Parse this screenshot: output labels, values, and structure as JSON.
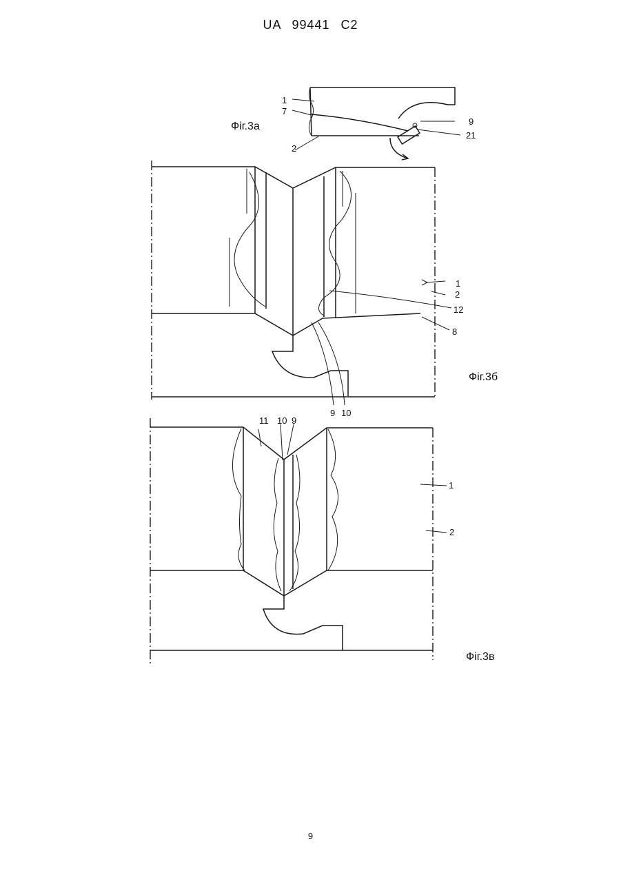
{
  "header": {
    "patent_number": "UA 99441 C2"
  },
  "page": {
    "number": "9"
  },
  "fig3a": {
    "caption": "Фіг.3а",
    "labels": {
      "l1": "1",
      "l7": "7",
      "l2": "2",
      "l9": "9",
      "l21": "21"
    }
  },
  "fig3b": {
    "caption": "Фіг.3б",
    "labels": {
      "l1": "1",
      "l2": "2",
      "l12": "12",
      "l8": "8",
      "l9": "9",
      "l10": "10"
    }
  },
  "fig3c": {
    "caption": "Фіг.3в",
    "labels": {
      "l11": "11",
      "l10": "10",
      "l9": "9",
      "l1": "1",
      "l2": "2"
    }
  }
}
